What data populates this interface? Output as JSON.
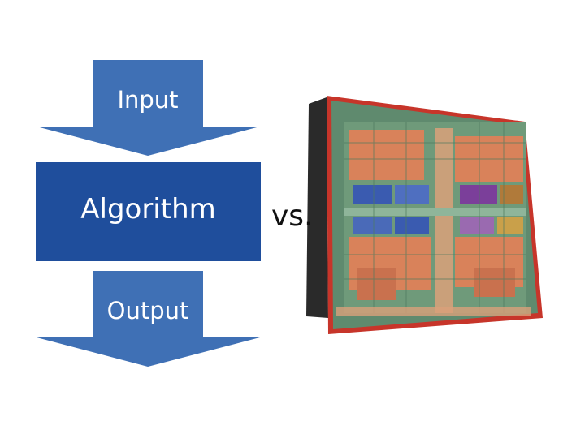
{
  "diagram": {
    "input_label": "Input",
    "algorithm_label": "Algorithm",
    "output_label": "Output",
    "comparison_label": "vs.",
    "colors": {
      "arrow_fill": "#3f70b5",
      "box_fill": "#1f4e9c",
      "text": "#ffffff"
    }
  },
  "image": {
    "icon": "processor-die-photo-icon",
    "colors": {
      "substrate": "#5f8a6e",
      "frame": "#c7352a",
      "core_orange": "#d9825a",
      "cache_blue": "#3a5bb0",
      "cache_purple": "#7b3f9a"
    }
  }
}
